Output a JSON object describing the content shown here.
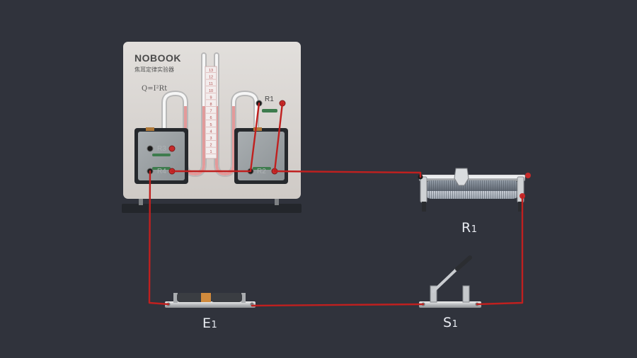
{
  "apparatus": {
    "brand": "NOBOOK",
    "subtitle": "焦耳定律实验器",
    "formula": "Q=I²Rt",
    "r1_label": "R1",
    "r2_label": "R2",
    "r3_label": "R3",
    "r4_label": "R4",
    "scale_ticks": [
      "13",
      "12",
      "11",
      "10",
      "9",
      "8",
      "7",
      "6",
      "5",
      "4",
      "3",
      "2",
      "1"
    ]
  },
  "components": {
    "rheostat": {
      "letter": "R",
      "subscript": "1"
    },
    "battery": {
      "letter": "E",
      "subscript": "1"
    },
    "switch": {
      "letter": "S",
      "subscript": "1",
      "state": "open"
    }
  },
  "colors": {
    "background": "#30333c",
    "wire": "#c0201f",
    "panel": "#d9d5d2",
    "liquid": "#e8a5a5"
  }
}
